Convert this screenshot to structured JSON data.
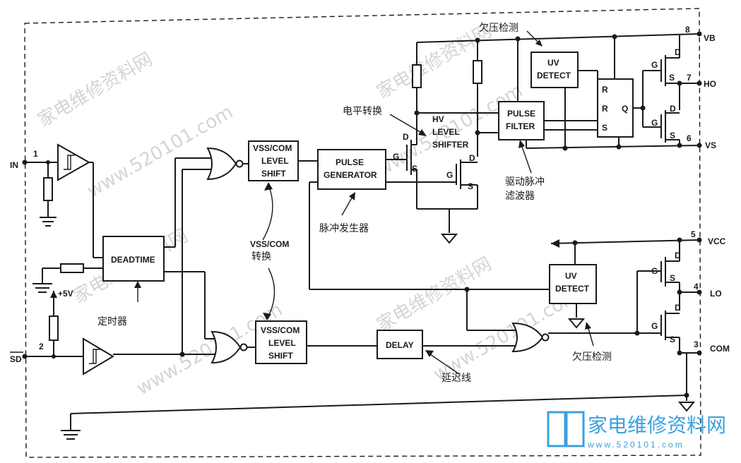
{
  "pins": {
    "in": {
      "num": "1",
      "label": "IN"
    },
    "sd": {
      "num": "2",
      "label": "SD"
    },
    "com": {
      "num": "3",
      "label": "COM"
    },
    "lo": {
      "num": "4",
      "label": "LO"
    },
    "vcc": {
      "num": "5",
      "label": "VCC"
    },
    "vs": {
      "num": "6",
      "label": "VS"
    },
    "ho": {
      "num": "7",
      "label": "HO"
    },
    "vb": {
      "num": "8",
      "label": "VB"
    }
  },
  "blocks": {
    "deadtime": "DEADTIME",
    "ls_top": [
      "VSS/COM",
      "LEVEL",
      "SHIFT"
    ],
    "ls_bot": [
      "VSS/COM",
      "LEVEL",
      "SHIFT"
    ],
    "pulse_gen": [
      "PULSE",
      "GENERATOR"
    ],
    "delay": "DELAY",
    "hv_level": [
      "HV",
      "LEVEL",
      "SHIFTER"
    ],
    "pulse_filter": [
      "PULSE",
      "FILTER"
    ],
    "uv_top": [
      "UV",
      "DETECT"
    ],
    "uv_bot": [
      "UV",
      "DETECT"
    ],
    "latch": [
      "R",
      "R",
      "S",
      "Q"
    ]
  },
  "transistor_letters": {
    "d": "D",
    "g": "G",
    "s": "S"
  },
  "supply": "+5V",
  "annotations": {
    "timer": "定时器",
    "vss_com_conv": [
      "VSS/COM",
      "转换"
    ],
    "pulse_gen_cn": "脉冲发生器",
    "delay_line": "延迟线",
    "level_conv": "电平转换",
    "undervoltage_top": "欠压检测",
    "undervoltage_bot": "欠压检测",
    "driver_filter": [
      "驱动脉冲",
      "滤波器"
    ]
  },
  "watermark": {
    "site": "www.520101.com",
    "name": "家电维修资料网"
  },
  "logo": {
    "name": "家电维修资料网",
    "url": "www.520101.com"
  },
  "colors": {
    "line": "#1a1a1a",
    "logo": "#3aa0e0",
    "watermark": "#d4d4d4"
  }
}
